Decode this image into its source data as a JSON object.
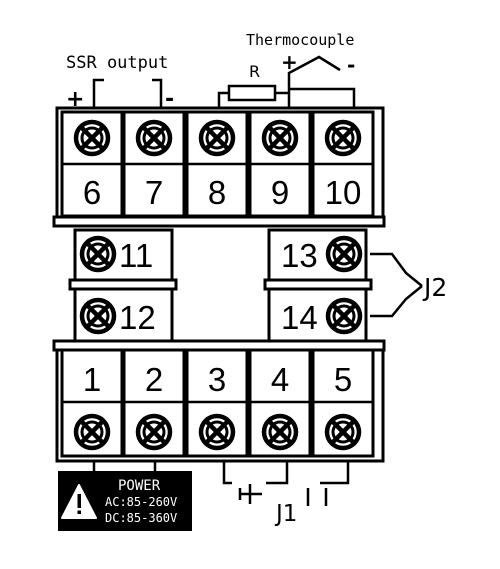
{
  "labels": {
    "ssr_output": "SSR output",
    "plus": "+",
    "minus": "-",
    "thermocouple": "Thermocouple",
    "resistor": "R",
    "j2": "J2",
    "j1": "J1"
  },
  "terminals": {
    "top_row": [
      "6",
      "7",
      "8",
      "9",
      "10"
    ],
    "middle_left": [
      "11",
      "12"
    ],
    "middle_right": [
      "13",
      "14"
    ],
    "bottom_row": [
      "1",
      "2",
      "3",
      "4",
      "5"
    ]
  },
  "power_label": {
    "title": "POWER",
    "ac": "AC:85-260V",
    "dc": "DC:85-360V"
  },
  "icons": {
    "screw": "screw-terminal-icon",
    "warning": "warning-triangle-icon"
  },
  "colors": {
    "ink": "#000000",
    "paper": "#ffffff"
  }
}
